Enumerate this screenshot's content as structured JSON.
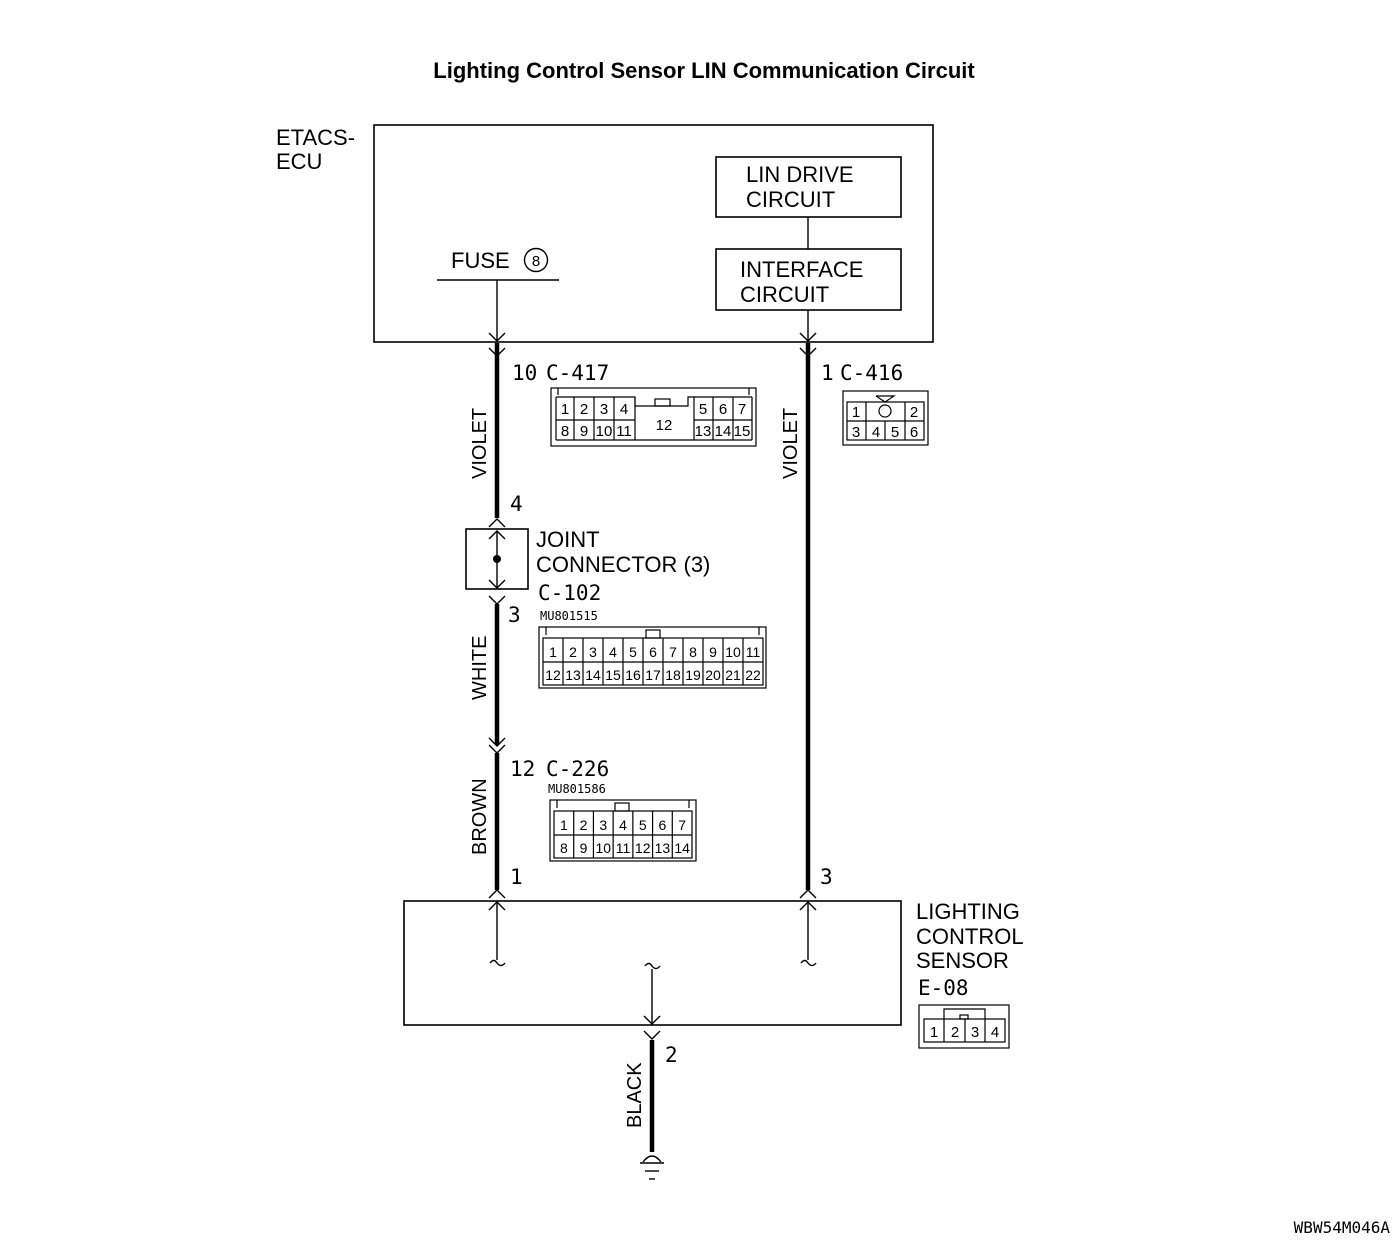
{
  "title": "Lighting Control Sensor LIN Communication Circuit",
  "figure_id": "WBW54M046A",
  "ecu": {
    "label_line1": "ETACS-",
    "label_line2": "ECU",
    "lin_drive_line1": "LIN DRIVE",
    "lin_drive_line2": "CIRCUIT",
    "interface_line1": "INTERFACE",
    "interface_line2": "CIRCUIT",
    "fuse_label": "FUSE",
    "fuse_number": "8"
  },
  "connectors": {
    "c417": {
      "pin": "10",
      "name": "C-417"
    },
    "c416": {
      "pin": "1",
      "name": "C-416"
    },
    "joint": {
      "pin_top": "4",
      "pin_bottom": "3",
      "line1": "JOINT",
      "line2": "CONNECTOR (3)",
      "name": "C-102",
      "part": "MU801515"
    },
    "c226": {
      "pin": "12",
      "name": "C-226",
      "part": "MU801586"
    },
    "sensor": {
      "line1": "LIGHTING",
      "line2": "CONTROL",
      "line3": "SENSOR",
      "name": "E-08",
      "pin_left": "1",
      "pin_right": "3",
      "pin_ground": "2"
    }
  },
  "wires": {
    "left_top": "VIOLET",
    "right": "VIOLET",
    "left_mid": "WHITE",
    "left_bottom": "BROWN",
    "ground": "BLACK"
  },
  "pinouts": {
    "c417_top_left": [
      "1",
      "2",
      "3",
      "4"
    ],
    "c417_top_right": [
      "5",
      "6",
      "7"
    ],
    "c417_bottom_left": [
      "8",
      "9",
      "10",
      "11"
    ],
    "c417_center": "12",
    "c417_bottom_right": [
      "13",
      "14",
      "15"
    ],
    "c416_top": [
      "1",
      "2"
    ],
    "c416_bottom": [
      "3",
      "4",
      "5",
      "6"
    ],
    "c102_top": [
      "1",
      "2",
      "3",
      "4",
      "5",
      "6",
      "7",
      "8",
      "9",
      "10",
      "11"
    ],
    "c102_bottom": [
      "12",
      "13",
      "14",
      "15",
      "16",
      "17",
      "18",
      "19",
      "20",
      "21",
      "22"
    ],
    "c226_top": [
      "1",
      "2",
      "3",
      "4",
      "5",
      "6",
      "7"
    ],
    "c226_bottom": [
      "8",
      "9",
      "10",
      "11",
      "12",
      "13",
      "14"
    ],
    "e08": [
      "1",
      "2",
      "3",
      "4"
    ]
  }
}
